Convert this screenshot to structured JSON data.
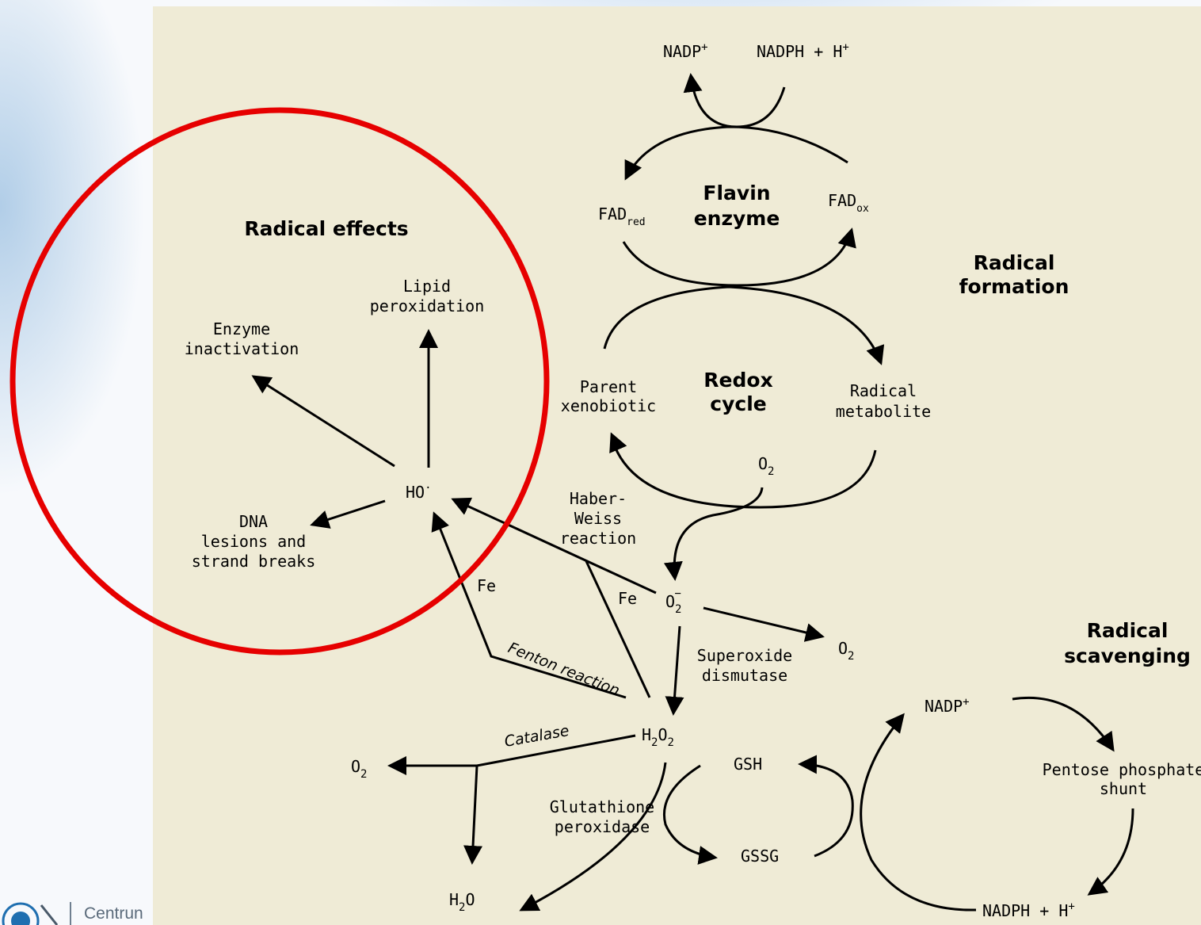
{
  "footer": {
    "org_text": "Centrun"
  },
  "sections": {
    "radical_effects": "Radical effects",
    "radical_formation": [
      "Radical",
      "formation"
    ],
    "radical_scavenging": [
      "Radical",
      "scavenging"
    ]
  },
  "flavin": {
    "center": [
      "Flavin",
      "enzyme"
    ],
    "nadp_plus": "NADP",
    "nadph": "NADPH + H",
    "fad_red": "FAD",
    "fad_red_sub": "red",
    "fad_ox": "FAD",
    "fad_ox_sub": "ox"
  },
  "redox": {
    "center": [
      "Redox",
      "cycle"
    ],
    "parent": [
      "Parent",
      "xenobiotic"
    ],
    "radical_metabolite": [
      "Radical",
      "metabolite"
    ],
    "o2": "O",
    "o2_sub": "2"
  },
  "effects": {
    "lipid": [
      "Lipid",
      "peroxidation"
    ],
    "enzyme": [
      "Enzyme",
      "inactivation"
    ],
    "dna": [
      "DNA",
      "lesions and",
      "strand breaks"
    ],
    "ho": "HO",
    "ho_dot": "·"
  },
  "reactions": {
    "haber_weiss": [
      "Haber-",
      "Weiss",
      "reaction"
    ],
    "fe_left": "Fe",
    "fe_right": "Fe",
    "fenton": "Fenton reaction",
    "superoxide": "O",
    "superoxide_sub": "2",
    "superoxide_sup": "−",
    "o2_right": "O",
    "o2_right_sub": "2",
    "sod": [
      "Superoxide",
      "dismutase"
    ],
    "h2o2": "H",
    "h2o2_sub1": "2",
    "h2o2_o": "O",
    "h2o2_sub2": "2",
    "catalase": "Catalase",
    "o2_left": "O",
    "o2_left_sub": "2",
    "h2o": "H",
    "h2o_sub": "2",
    "h2o_o": "O"
  },
  "scavenging": {
    "gsh": "GSH",
    "gssg": "GSSG",
    "gpx": [
      "Glutathione",
      "peroxidase"
    ],
    "nadp_plus": "NADP",
    "pentose": [
      "Pentose phosphate",
      "shunt"
    ],
    "nadph": "NADPH + H"
  },
  "superscripts": {
    "plus": "+"
  },
  "highlight": {
    "color": "#e60000"
  }
}
